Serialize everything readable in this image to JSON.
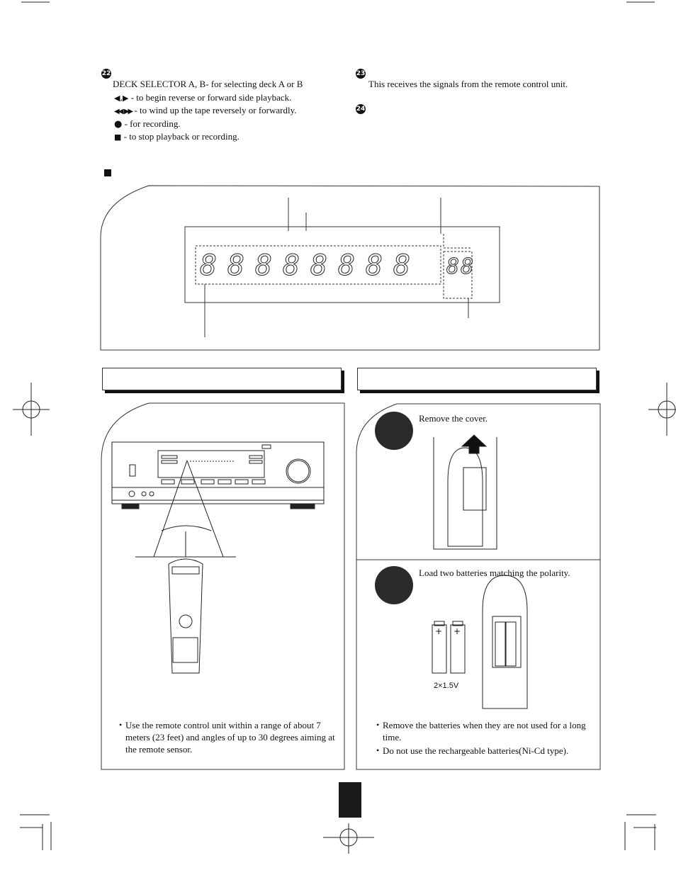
{
  "deck_section": {
    "number": "22",
    "heading": "DECK SELECTOR A, B- for selecting deck A or B",
    "items": [
      {
        "icon": "play-reverse-forward-icon",
        "symbol": "◀,▶",
        "text": " - to begin reverse or forward side playback."
      },
      {
        "icon": "rewind-fastforward-icon",
        "symbol": "◀◀, ▶▶",
        "text": " - to wind up the tape reversely or forwardly."
      },
      {
        "icon": "record-icon",
        "symbol": "●",
        "text": " - for recording."
      },
      {
        "icon": "stop-icon",
        "symbol": "■",
        "text": " - to stop playback or recording."
      }
    ]
  },
  "sensor_section": {
    "number": "23",
    "text": "This receives the signals from the remote control unit."
  },
  "item24": {
    "number": "24"
  },
  "display_section": {
    "digits": [
      "8",
      "8",
      "8",
      "8",
      "8",
      "8",
      "8",
      "8"
    ],
    "channel_digits": [
      "8",
      "8"
    ]
  },
  "remote_range": {
    "bullets": [
      "Use the remote control unit within a range of about 7 meters (23 feet) and angles of up to 30 degrees aiming at the remote sensor."
    ]
  },
  "battery_steps": {
    "step1_text": "Remove the cover.",
    "step2_text": "Load two batteries matching the polarity.",
    "battery_label": "2×1.5V",
    "bullets": [
      "Remove the batteries when they are not used for a long time.",
      "Do not use the rechargeable batteries(Ni-Cd type)."
    ]
  },
  "colors": {
    "ink": "#111111",
    "rule": "#333333"
  }
}
